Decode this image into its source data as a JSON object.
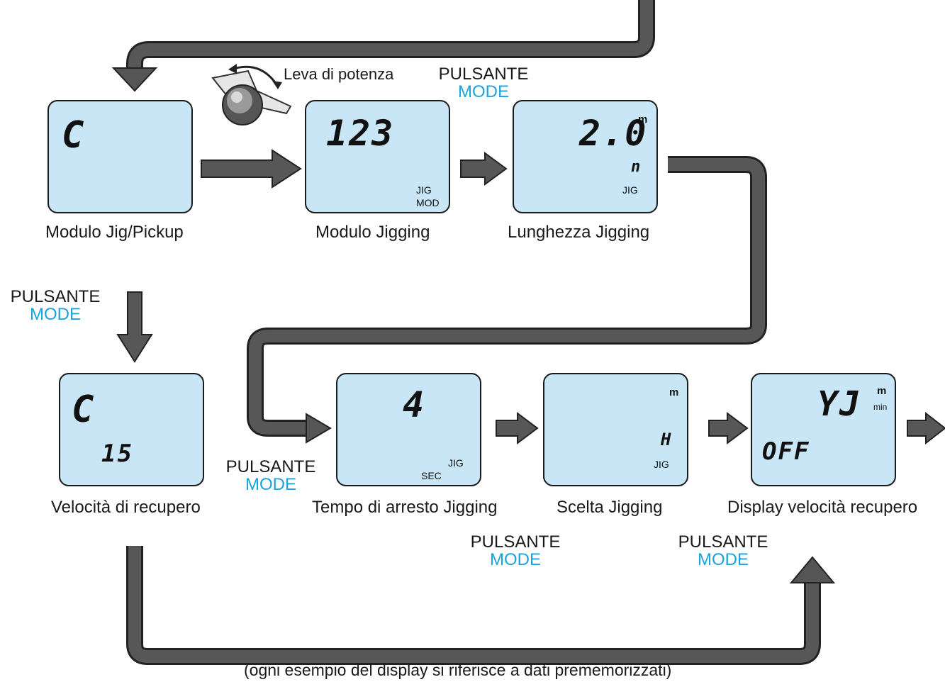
{
  "modes": {
    "line1": "PULSANTE",
    "line2": "MODE"
  },
  "lever_label": "Leva di potenza",
  "screens": [
    {
      "caption": "Modulo Jig/Pickup",
      "main": "C",
      "sub": ""
    },
    {
      "caption": "Modulo Jigging",
      "main": "123",
      "ind1": "JIG",
      "ind2": "MOD"
    },
    {
      "caption": "Lunghezza Jigging",
      "main": "2.0",
      "unit": "m",
      "sub": "n",
      "ind1": "JIG"
    },
    {
      "caption": "Velocità di recupero",
      "main": "C",
      "sub": "15"
    },
    {
      "caption": "Tempo di arresto Jigging",
      "main": "4",
      "ind1": "JIG",
      "ind2": "SEC"
    },
    {
      "caption": "Scelta Jigging",
      "unit": "m",
      "sub": "H",
      "ind1": "JIG"
    },
    {
      "caption": "Display velocità recupero",
      "main": "YJ",
      "unit": "m",
      "unit2": "min",
      "sub": "OFF"
    }
  ],
  "footnote": "(ogni esempio del display si riferisce a dati prememorizzati)",
  "colors": {
    "lcd": "#c8e6f5",
    "mode": "#1aa3dc",
    "pipe": "#555555"
  }
}
